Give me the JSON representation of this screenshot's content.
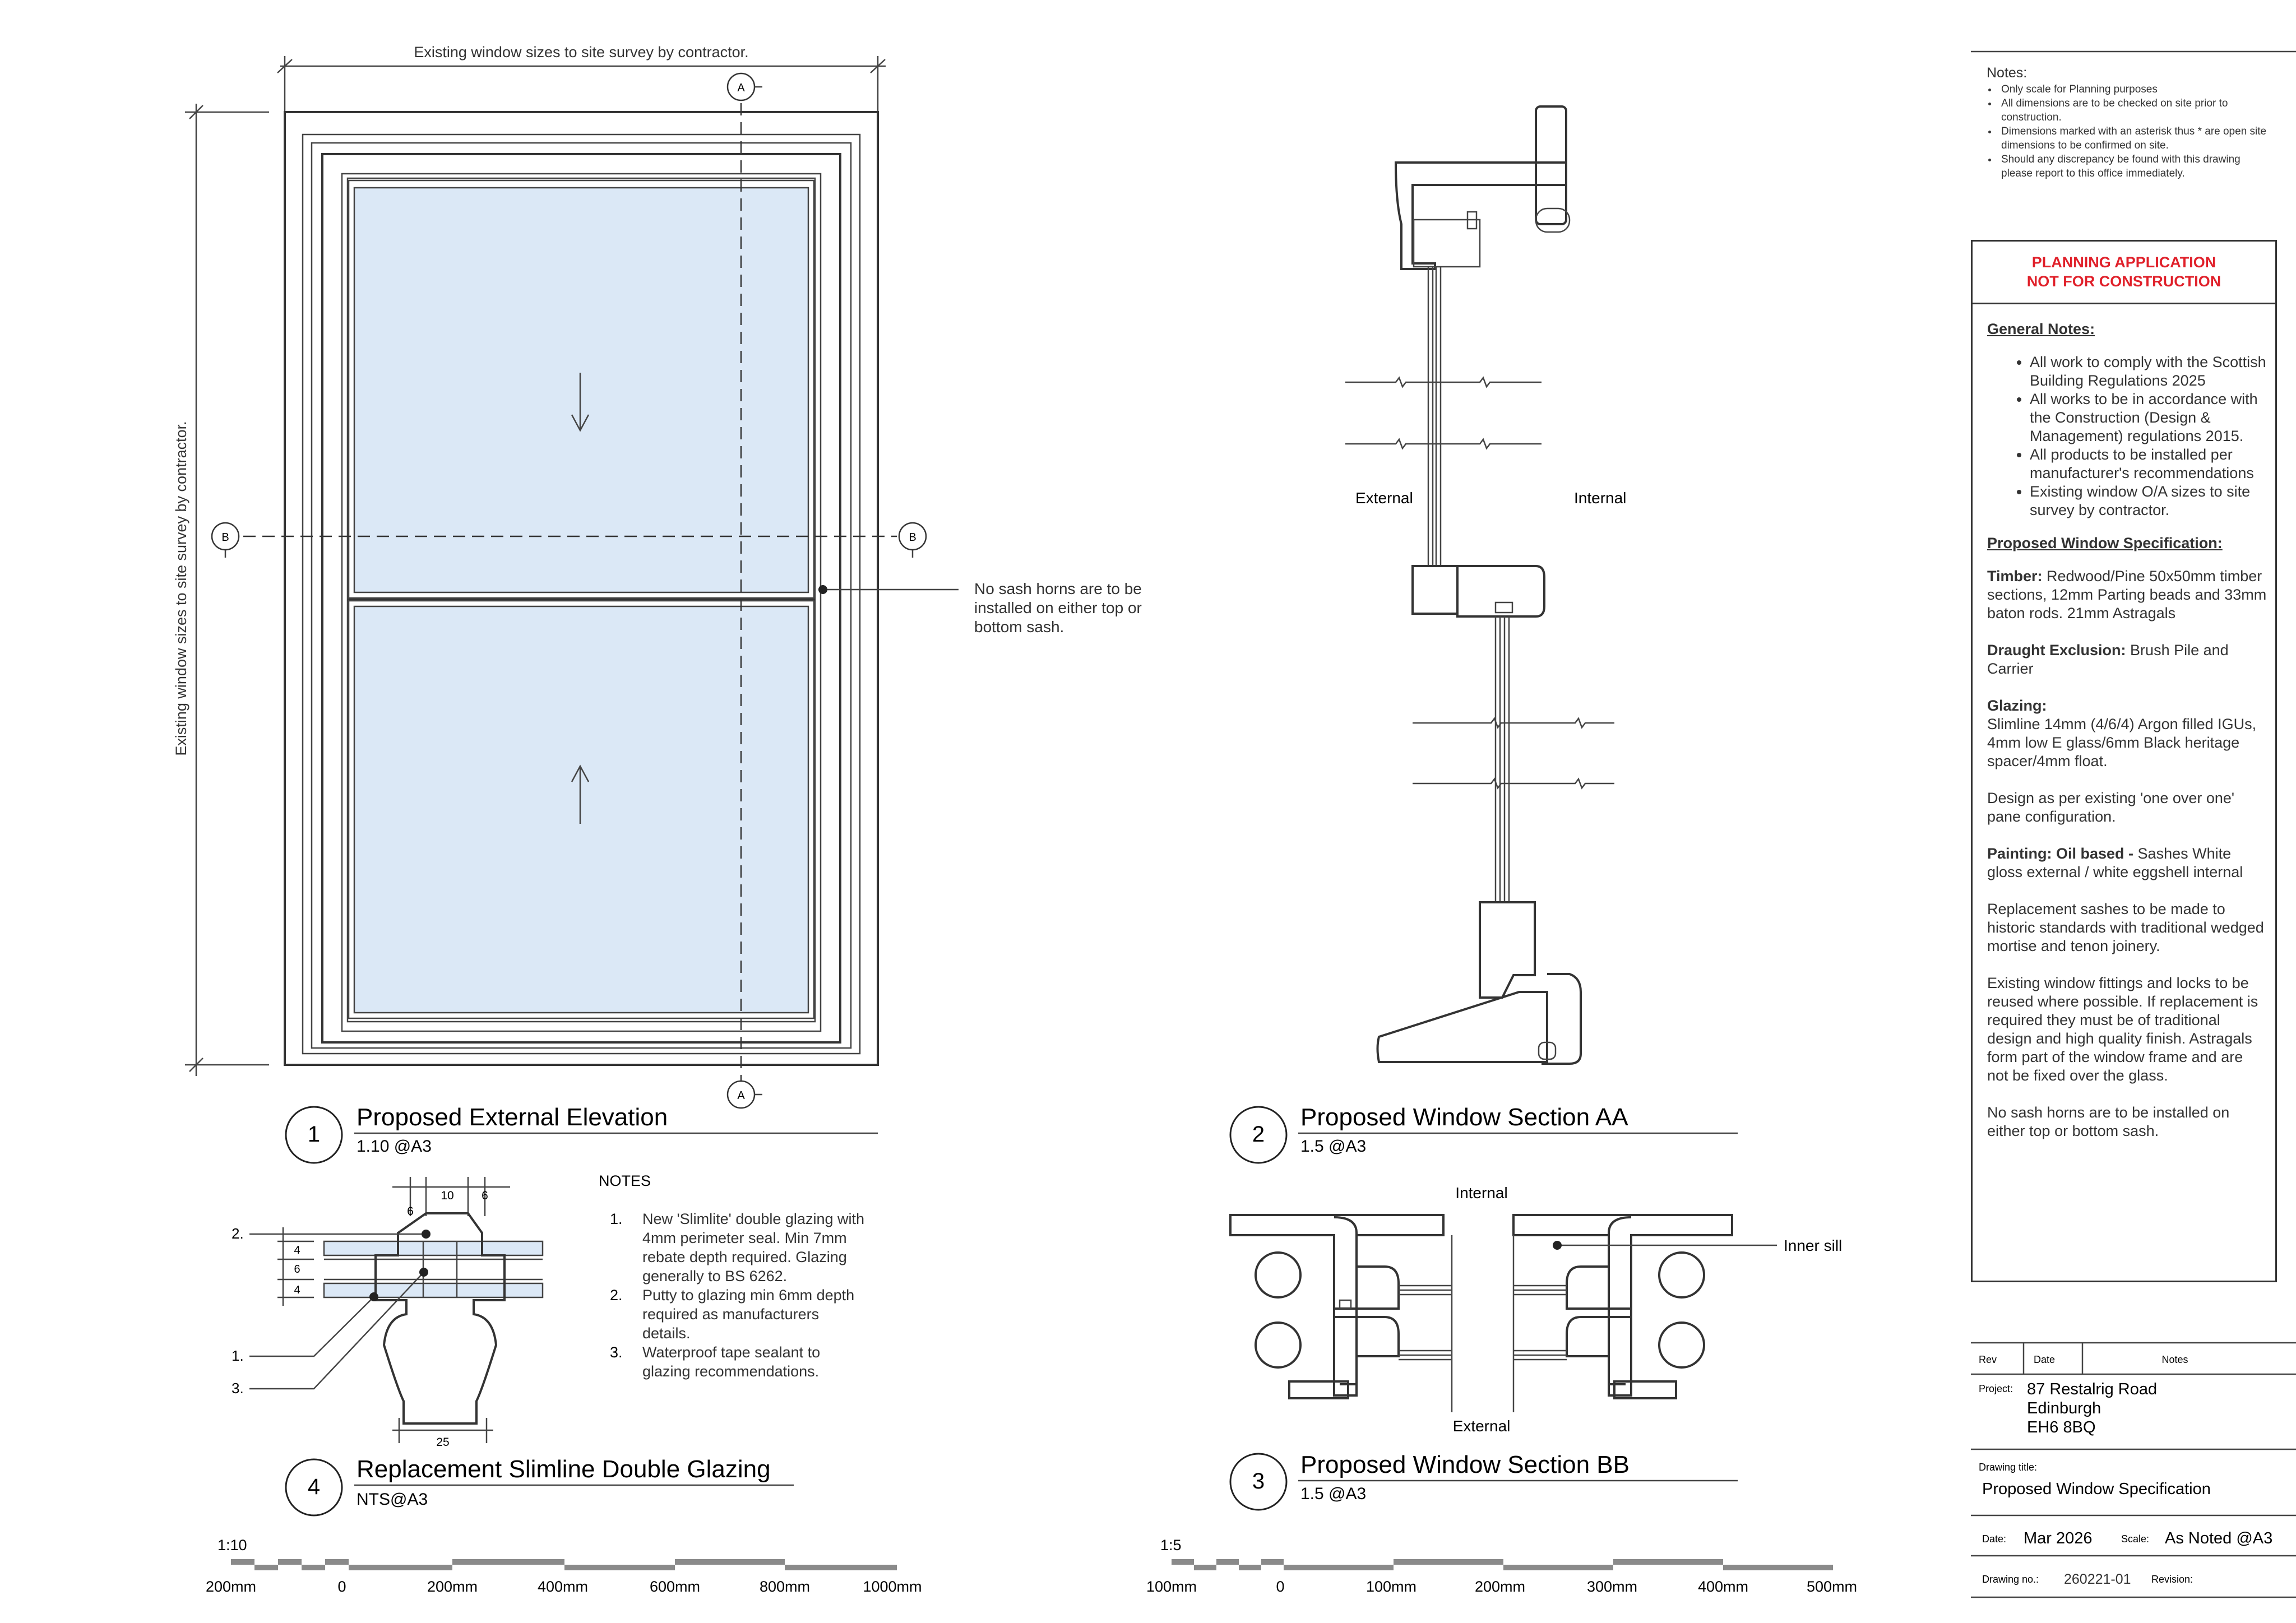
{
  "dimensions": {
    "top": "Existing window  sizes to site survey by contractor.",
    "side": "Existing window  sizes to site survey by contractor."
  },
  "section_markers": {
    "a": "A",
    "b": "B"
  },
  "elevation_callout": "No sash horns are to be installed on either top or bottom sash.",
  "titles": [
    {
      "num": "1",
      "title": "Proposed External Elevation",
      "scale": "1.10 @A3"
    },
    {
      "num": "2",
      "title": "Proposed Window Section AA",
      "scale": "1.5 @A3"
    },
    {
      "num": "3",
      "title": "Proposed Window Section BB",
      "scale": "1.5 @A3"
    },
    {
      "num": "4",
      "title": "Replacement Slimline Double Glazing",
      "scale": "NTS@A3"
    }
  ],
  "section_aa_labels": {
    "external": "External",
    "internal": "Internal"
  },
  "section_bb_labels": {
    "internal": "Internal",
    "external": "External",
    "inner_sill": "Inner sill"
  },
  "glazing_detail": {
    "dims_top": [
      "6",
      "10",
      "6"
    ],
    "dims_side": [
      "4",
      "6",
      "4"
    ],
    "dim_bottom": "25",
    "markers": [
      "2.",
      "1.",
      "3."
    ],
    "notes_heading": "NOTES",
    "notes": [
      {
        "num": "1.",
        "text": "New 'Slimlite' double glazing with 4mm perimeter seal. Min 7mm rebate depth required. Glazing generally to BS 6262."
      },
      {
        "num": "2.",
        "text": "Putty to glazing min 6mm depth required as manufacturers details."
      },
      {
        "num": "3.",
        "text": "Waterproof tape sealant to glazing recommendations."
      }
    ]
  },
  "scale_bars": [
    {
      "ratio": "1:10",
      "labels": [
        "200mm",
        "0",
        "200mm",
        "400mm",
        "600mm",
        "800mm",
        "1000mm"
      ]
    },
    {
      "ratio": "1:5",
      "labels": [
        "100mm",
        "0",
        "100mm",
        "200mm",
        "300mm",
        "400mm",
        "500mm"
      ]
    }
  ],
  "notes_panel": {
    "heading": "Notes:",
    "items": [
      "Only scale for Planning purposes",
      "All dimensions are to be checked on site prior to construction.",
      "Dimensions marked with an asterisk thus * are open site dimensions to be confirmed on site.",
      "Should any discrepancy be found with this drawing please report to this office immediately."
    ]
  },
  "planning_stamp": {
    "line1": "PLANNING APPLICATION",
    "line2": "NOT FOR CONSTRUCTION"
  },
  "general_notes": {
    "heading": "General Notes:",
    "items": [
      "All work to comply with the Scottish Building Regulations 2025",
      "All works to be in accordance with the Construction (Design & Management) regulations 2015.",
      "All products to be installed per manufacturer's recommendations",
      "Existing window O/A sizes to site survey by contractor."
    ]
  },
  "specification": {
    "heading": "Proposed Window Specification:",
    "timber_label": "Timber:",
    "timber": "Redwood/Pine 50x50mm timber sections, 12mm Parting beads and 33mm baton rods. 21mm Astragals",
    "draught_label": "Draught Exclusion:",
    "draught": "Brush Pile and Carrier",
    "glazing_label": "Glazing:",
    "glazing": "Slimline 14mm (4/6/4) Argon filled IGUs, 4mm low E glass/6mm Black heritage spacer/4mm float.",
    "design": "Design as per existing 'one over one' pane configuration.",
    "painting_label": "Painting: Oil based -",
    "painting": "Sashes White gloss external / white eggshell internal",
    "replacement": "Replacement sashes to be made to historic standards with traditional wedged mortise and tenon joinery.",
    "fittings": "Existing window fittings and locks to be reused where possible. If replacement is required they must be of traditional design and high quality finish. Astragals form part of the window frame and are not be fixed over the glass.",
    "horns": "No sash horns are to be installed on either top or bottom sash."
  },
  "title_block": {
    "rev_label": "Rev",
    "date_label": "Date",
    "notes_label": "Notes",
    "project_label": "Project:",
    "project_lines": [
      "87 Restalrig Road",
      "Edinburgh",
      "EH6 8BQ"
    ],
    "drawing_title_label": "Drawing title:",
    "drawing_title": "Proposed Window Specification",
    "date_field_label": "Date:",
    "date": "Mar 2026",
    "scale_label": "Scale:",
    "scale": "As Noted @A3",
    "drawing_no_label": "Drawing no.:",
    "drawing_no": "260221-01",
    "revision_label": "Revision:"
  }
}
